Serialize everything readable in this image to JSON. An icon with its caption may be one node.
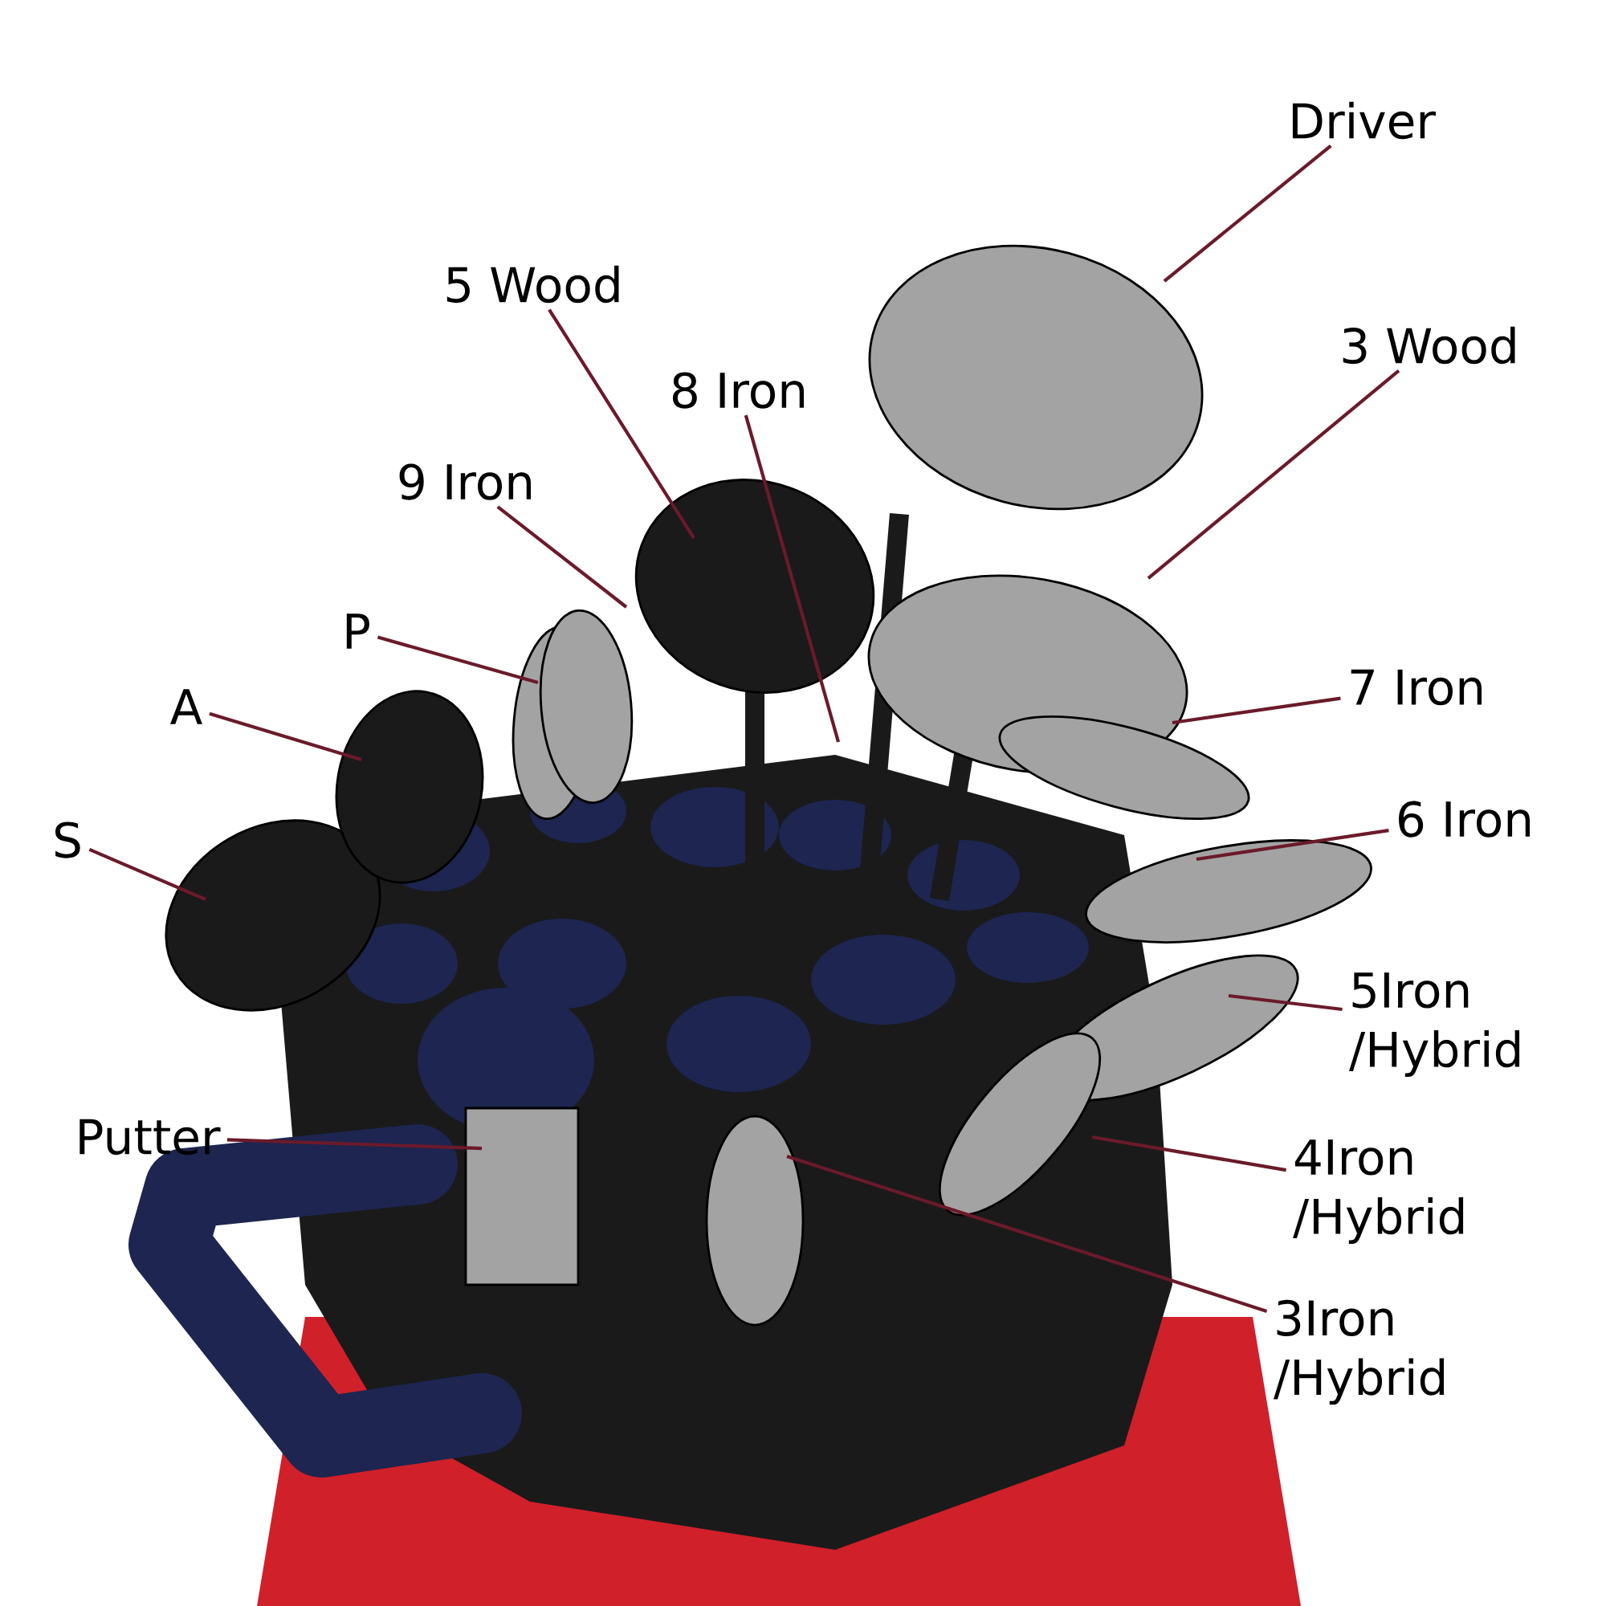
{
  "diagram": {
    "nodes": [
      {
        "text": [
          "Driver"
        ]
      },
      {
        "text": [
          "5 Wood"
        ]
      },
      {
        "text": [
          "3 Wood"
        ]
      },
      {
        "text": [
          "8 Iron"
        ]
      },
      {
        "text": [
          "9 Iron"
        ]
      },
      {
        "text": [
          "P"
        ]
      },
      {
        "text": [
          "7 Iron"
        ]
      },
      {
        "text": [
          "A"
        ]
      },
      {
        "text": [
          "6 Iron"
        ]
      },
      {
        "text": [
          "S"
        ]
      },
      {
        "text": [
          "5Iron /Hybrid"
        ]
      },
      {
        "text": [
          "Putter"
        ]
      },
      {
        "text": [
          "4Iron /Hybrid"
        ]
      },
      {
        "text": [
          "3Iron /Hybrid"
        ]
      }
    ],
    "edges": [
      {
        "from": 0,
        "to": null,
        "arrow": "none"
      },
      {
        "from": 1,
        "to": null,
        "arrow": "none"
      },
      {
        "from": 2,
        "to": null,
        "arrow": "none"
      },
      {
        "from": 3,
        "to": null,
        "arrow": "none"
      },
      {
        "from": 4,
        "to": null,
        "arrow": "none"
      },
      {
        "from": 5,
        "to": null,
        "arrow": "none"
      },
      {
        "from": 6,
        "to": null,
        "arrow": "none"
      },
      {
        "from": 7,
        "to": null,
        "arrow": "none"
      },
      {
        "from": 8,
        "to": null,
        "arrow": "none"
      },
      {
        "from": 9,
        "to": null,
        "arrow": "none"
      },
      {
        "from": 10,
        "to": null,
        "arrow": "none"
      },
      {
        "from": 11,
        "to": null,
        "arrow": "none"
      },
      {
        "from": 12,
        "to": null,
        "arrow": "none"
      },
      {
        "from": 13,
        "to": null,
        "arrow": "none"
      }
    ]
  }
}
